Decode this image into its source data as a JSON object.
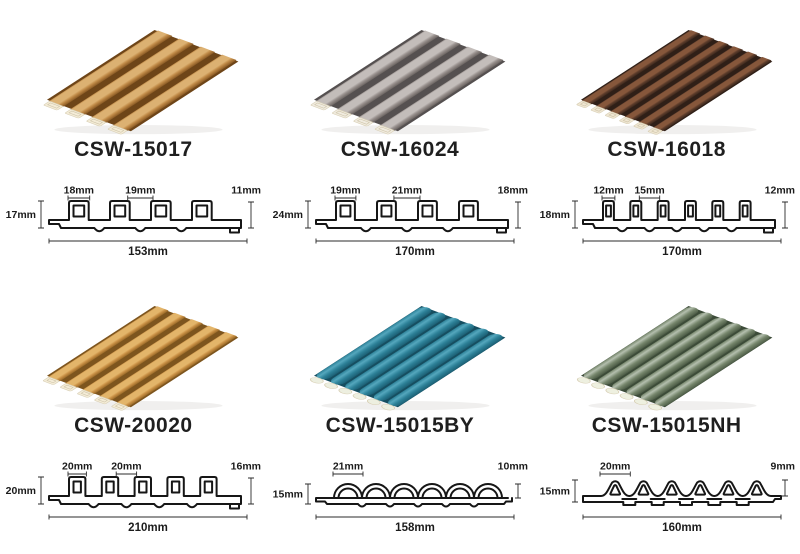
{
  "page": {
    "background": "#ffffff",
    "ink": "#1b1b1b",
    "line": "#161616"
  },
  "products": [
    {
      "code": "CSW-15017",
      "panel": {
        "style": "square",
        "slats": 4,
        "colors": {
          "light": "#dcb172",
          "mid": "#c08a47",
          "dark": "#8a5a24",
          "groove": "#6e4518",
          "cap": "#f4ecd7"
        }
      },
      "profile": {
        "type": "square",
        "ribs": 4,
        "rib_fraction": 0.48,
        "dims": {
          "top1": "18mm",
          "top2": "19mm",
          "right": "11mm",
          "left": "17mm",
          "bottom": "153mm"
        }
      }
    },
    {
      "code": "CSW-16024",
      "panel": {
        "style": "square",
        "slats": 4,
        "colors": {
          "light": "#c3bdba",
          "mid": "#99918e",
          "dark": "#6b6461",
          "groove": "#555050",
          "cap": "#f0ebdf"
        }
      },
      "profile": {
        "type": "square",
        "ribs": 4,
        "rib_fraction": 0.46,
        "dims": {
          "top1": "19mm",
          "top2": "21mm",
          "right": "18mm",
          "left": "24mm",
          "bottom": "170mm"
        }
      }
    },
    {
      "code": "CSW-16018",
      "panel": {
        "style": "square",
        "slats": 6,
        "colors": {
          "light": "#86573b",
          "mid": "#5e3d2b",
          "dark": "#3d281d",
          "groove": "#2f1f17",
          "cap": "#efe6d2"
        }
      },
      "profile": {
        "type": "square",
        "ribs": 6,
        "rib_fraction": 0.4,
        "dims": {
          "top1": "12mm",
          "top2": "15mm",
          "right": "12mm",
          "left": "18mm",
          "bottom": "170mm"
        }
      }
    },
    {
      "code": "CSW-20020",
      "panel": {
        "style": "square",
        "slats": 5,
        "colors": {
          "light": "#e3b56a",
          "mid": "#cb9247",
          "dark": "#9a6a28",
          "groove": "#7d551e",
          "cap": "#f4ecd7"
        }
      },
      "profile": {
        "type": "square",
        "ribs": 5,
        "rib_fraction": 0.5,
        "dims": {
          "top1": "20mm",
          "top2": "20mm",
          "right": "16mm",
          "left": "20mm",
          "bottom": "210mm"
        }
      }
    },
    {
      "code": "CSW-15015BY",
      "panel": {
        "style": "round",
        "slats": 6,
        "colors": {
          "light": "#55a7bd",
          "mid": "#2d8198",
          "dark": "#1c5f74",
          "groove": "#164e60",
          "cap": "#edefe0"
        }
      },
      "profile": {
        "type": "round",
        "ribs": 6,
        "dims": {
          "top1": "21mm",
          "right": "10mm",
          "left": "15mm",
          "bottom": "158mm"
        }
      }
    },
    {
      "code": "CSW-15015NH",
      "panel": {
        "style": "wave",
        "slats": 6,
        "colors": {
          "light": "#b4bfae",
          "mid": "#76866c",
          "dark": "#4b5a45",
          "groove": "#3c4b38",
          "cap": "#eef0e0"
        }
      },
      "profile": {
        "type": "wave",
        "ribs": 6,
        "dims": {
          "top1": "20mm",
          "right": "9mm",
          "left": "15mm",
          "bottom": "160mm"
        }
      }
    }
  ]
}
